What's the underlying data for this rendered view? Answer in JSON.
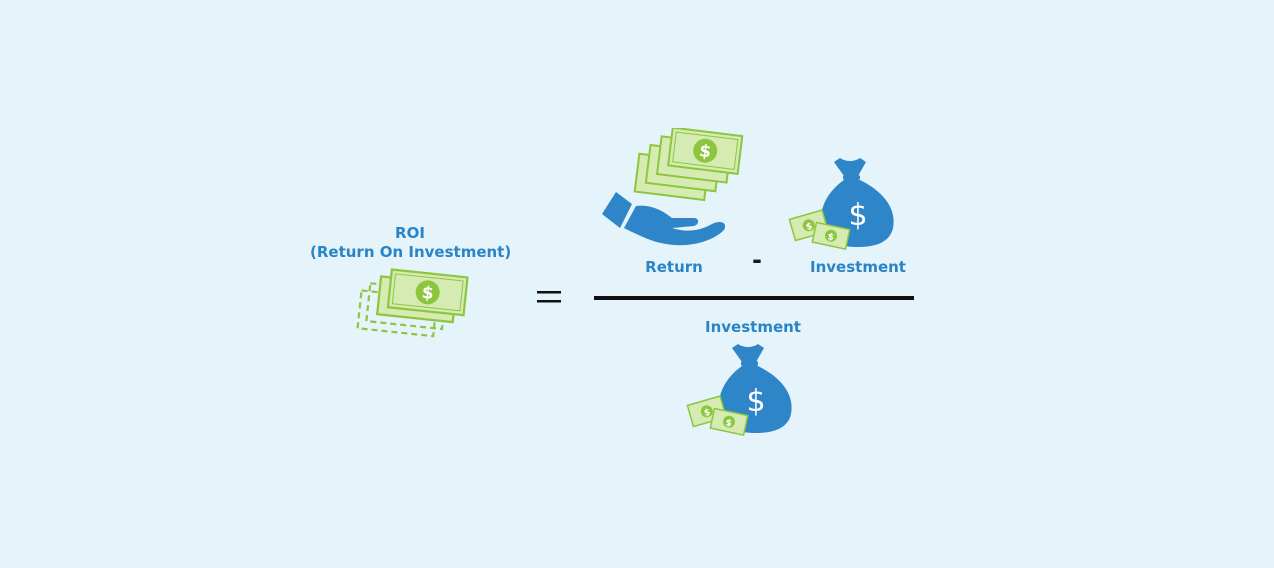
{
  "roi": {
    "line1": "ROI",
    "line2": "(Return On Investment)"
  },
  "numerator": {
    "return_label": "Return",
    "operator": "-",
    "investment_label": "Investment"
  },
  "denominator": {
    "investment_label": "Investment"
  },
  "icons": {
    "roi": "dashed-cash-stack-icon",
    "return": "hand-receiving-cash-icon",
    "investment": "money-bag-with-bills-icon",
    "equals": "equals-icon"
  },
  "colors": {
    "background": "#e5f3fb",
    "label_blue": "#2a84c6",
    "icon_blue": "#2e85c8",
    "cash_green": "#d6ebb2",
    "cash_stroke": "#8cc63f",
    "coin_green": "#8cc63f"
  }
}
